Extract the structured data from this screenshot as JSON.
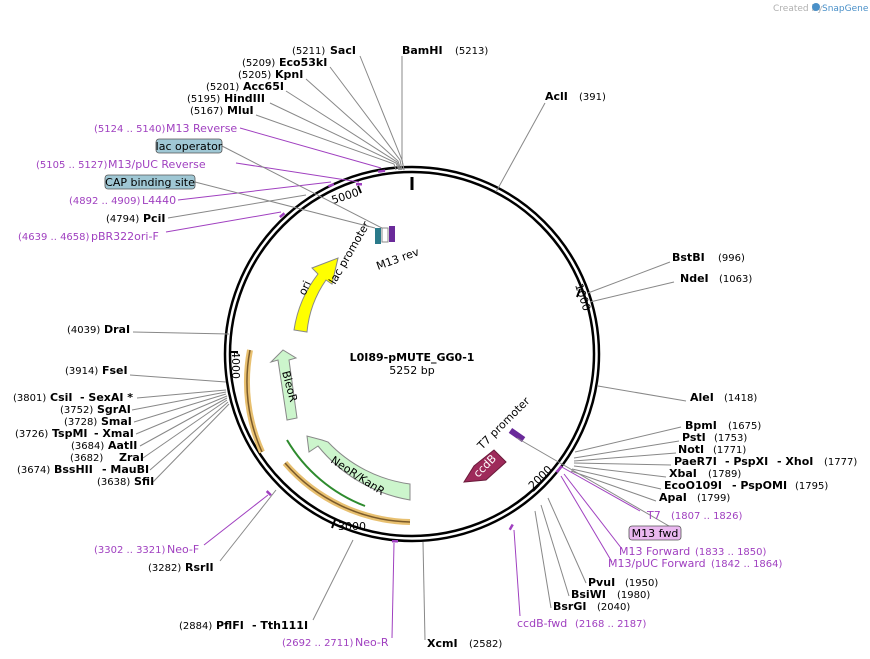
{
  "credit": {
    "created_by": "Created by",
    "brand": "SnapGene"
  },
  "plasmid": {
    "name": "L0I89-pMUTE_GG0-1",
    "size": "5252 bp"
  },
  "ticks": [
    "1000",
    "2000",
    "3000",
    "4000",
    "5000"
  ],
  "sites": [
    {
      "pos": "(5211)",
      "name": "SacI"
    },
    {
      "pos": "(5213)",
      "name": "BamHI"
    },
    {
      "pos": "(5209)",
      "name": "Eco53kI"
    },
    {
      "pos": "(5205)",
      "name": "KpnI"
    },
    {
      "pos": "(5201)",
      "name": "Acc65I"
    },
    {
      "pos": "(5195)",
      "name": "HindIII"
    },
    {
      "pos": "(5167)",
      "name": "MluI"
    },
    {
      "pos": "(391)",
      "name": "AclI"
    },
    {
      "pos": "(996)",
      "name": "BstBI"
    },
    {
      "pos": "(1063)",
      "name": "NdeI"
    },
    {
      "pos": "(1418)",
      "name": "AleI"
    },
    {
      "pos": "(1675)",
      "name": "BpmI"
    },
    {
      "pos": "(1753)",
      "name": "PstI"
    },
    {
      "pos": "(1771)",
      "name": "NotI"
    },
    {
      "pos": "(1777)",
      "name": "PaeR7I",
      "alt": "- PspXI",
      "alt2": "- XhoI"
    },
    {
      "pos": "(1789)",
      "name": "XbaI"
    },
    {
      "pos": "(1795)",
      "name": "EcoO109I",
      "alt": "- PspOMI"
    },
    {
      "pos": "(1799)",
      "name": "ApaI"
    },
    {
      "pos": "(1950)",
      "name": "PvuI"
    },
    {
      "pos": "(1980)",
      "name": "BsiWI"
    },
    {
      "pos": "(2040)",
      "name": "BsrGI"
    },
    {
      "pos": "(2582)",
      "name": "XcmI"
    },
    {
      "pos": "(2884)",
      "name": "PflFI",
      "alt": "- Tth111I"
    },
    {
      "pos": "(3282)",
      "name": "RsrII"
    },
    {
      "pos": "(3638)",
      "name": "SfiI"
    },
    {
      "pos": "(3674)",
      "name": "BssHII",
      "alt": "- MauBI"
    },
    {
      "pos": "(3682)",
      "name": "ZraI"
    },
    {
      "pos": "(3684)",
      "name": "AatII"
    },
    {
      "pos": "(3726)",
      "name": "TspMI",
      "alt": "- XmaI"
    },
    {
      "pos": "(3728)",
      "name": "SmaI"
    },
    {
      "pos": "(3752)",
      "name": "SgrAI"
    },
    {
      "pos": "(3801)",
      "name": "CsiI",
      "alt": "- SexAI *"
    },
    {
      "pos": "(3914)",
      "name": "FseI"
    },
    {
      "pos": "(4039)",
      "name": "DraI"
    },
    {
      "pos": "(4794)",
      "name": "PciI"
    }
  ],
  "primers": [
    {
      "pos": "(5124 .. 5140)",
      "name": "M13 Reverse"
    },
    {
      "pos": "(5105 .. 5127)",
      "name": "M13/pUC Reverse"
    },
    {
      "pos": "(4892 .. 4909)",
      "name": "L4440"
    },
    {
      "pos": "(4639 .. 4658)",
      "name": "pBR322ori-F"
    },
    {
      "pos": "(1807 .. 1826)",
      "name": "T7"
    },
    {
      "pos": "(1833 .. 1850)",
      "name": "M13 Forward"
    },
    {
      "pos": "(1842 .. 1864)",
      "name": "M13/pUC Forward"
    },
    {
      "pos": "(2168 .. 2187)",
      "name": "ccdB-fwd"
    },
    {
      "pos": "(2692 .. 2711)",
      "name": "Neo-R"
    },
    {
      "pos": "(3302 .. 3321)",
      "name": "Neo-F"
    }
  ],
  "boxes": {
    "lac_operator": "lac operator",
    "cap_site": "CAP binding site",
    "m13_fwd": "M13 fwd"
  },
  "features": {
    "ori": "ori",
    "bleoR": "BleoR",
    "neo": "NeoR/KanR",
    "ccdb": "ccdB",
    "lac_promoter": "lac promoter",
    "m13_rev": "M13 rev",
    "t7_promoter": "T7 promoter"
  },
  "colors": {
    "ori": "#ffff00",
    "bleoR": "#ccf5cc",
    "neo": "#ccf5cc",
    "ccdb": "#9e2a5a",
    "primer": "#a040c0",
    "box": "#9fc7d4",
    "m13fwd": "#eab8f0"
  }
}
